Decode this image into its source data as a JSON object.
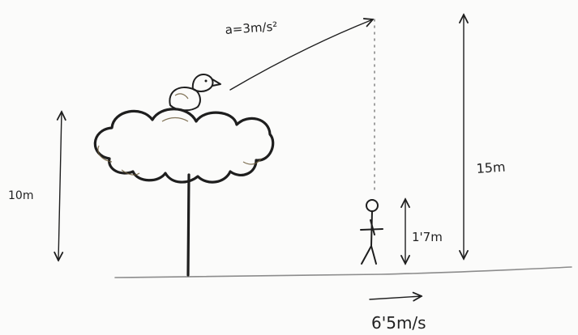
{
  "labels": {
    "tree_height": "10m",
    "acceleration": "a=3m/s²",
    "target_height": "15m",
    "person_height": "1'7m",
    "person_speed": "6'5m/s"
  },
  "colors": {
    "ink": "#1e1e1e",
    "pencil": "#8c8c8c",
    "paper": "#fbfbfa",
    "person_red": "#c0392b"
  }
}
